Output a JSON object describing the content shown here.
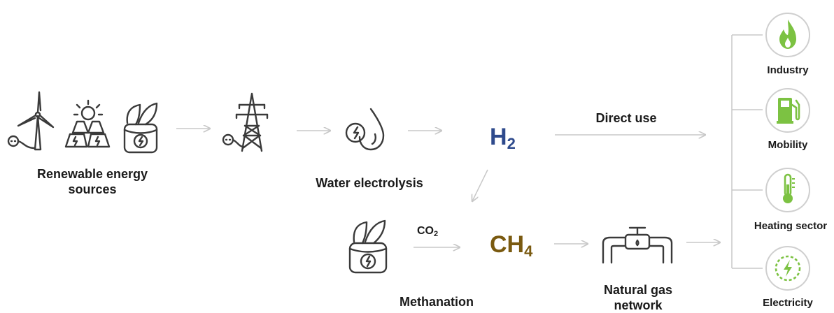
{
  "colors": {
    "icon": "#3a3a3a",
    "arrow": "#c8c8c8",
    "h2": "#2e4a8c",
    "ch4": "#7a5a10",
    "sector_green": "#7cc242",
    "circle_border": "#cfcfcf"
  },
  "sources": {
    "label_line1": "Renewable energy",
    "label_line2": "sources",
    "icons": [
      "wind-turbine-icon",
      "solar-panel-icon",
      "biomass-icon"
    ]
  },
  "grid": {
    "icon": "power-pylon-icon"
  },
  "electrolysis": {
    "label": "Water electrolysis",
    "icon": "water-drop-icon"
  },
  "h2": {
    "base": "H",
    "sub": "2"
  },
  "direct_use": {
    "label": "Direct use"
  },
  "methanation": {
    "label": "Methanation",
    "co2_base": "CO",
    "co2_sub": "2"
  },
  "ch4": {
    "base": "CH",
    "sub": "4"
  },
  "gas_network": {
    "label_line1": "Natural gas",
    "label_line2": "network",
    "icon": "pipeline-valve-icon"
  },
  "sectors": [
    {
      "label": "Industry",
      "icon": "flame-icon"
    },
    {
      "label": "Mobility",
      "icon": "fuel-pump-icon"
    },
    {
      "label": "Heating  sector",
      "icon": "thermometer-icon"
    },
    {
      "label": "Electricity",
      "icon": "lightning-icon"
    }
  ]
}
